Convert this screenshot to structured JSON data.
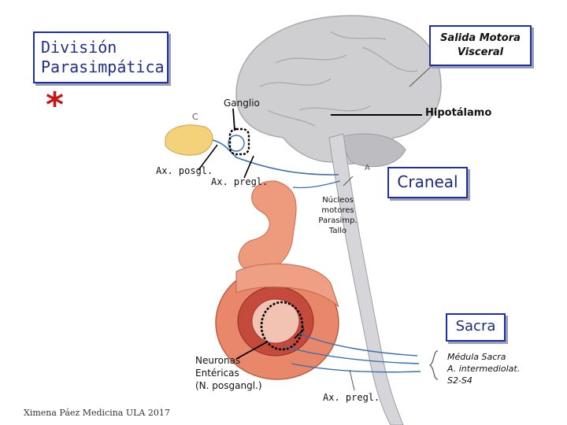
{
  "title": "División\nParasimpática",
  "asterisk": "*",
  "salida_motora": "Salida Motora\nVisceral",
  "labels": {
    "ganglio": "Ganglio",
    "hipotalamo": "Hipotálamo",
    "ax_posgl": "Ax. posgl.",
    "ax_pregl_top": "Ax. pregl.",
    "craneal": "Craneal",
    "nucleos": "Núcleos\nmotores\nParasimp.\nTallo",
    "sacra": "Sacra",
    "neuronas": "Neuronas\nEntéricas\n(N. posgangl.)",
    "ax_pregl_bottom": "Ax. pregl.",
    "medula": "Médula Sacra\nA. intermediolat.\nS2-S4",
    "letter_c": "C",
    "letter_a": "A"
  },
  "credit": "Ximena Páez Medicina ULA 2017",
  "colors": {
    "box_border": "#1f2fa8",
    "asterisk": "#c4161c",
    "nerve": "#3a6fb0",
    "brain": "#c9c9cc",
    "organ": "#e8876a"
  }
}
